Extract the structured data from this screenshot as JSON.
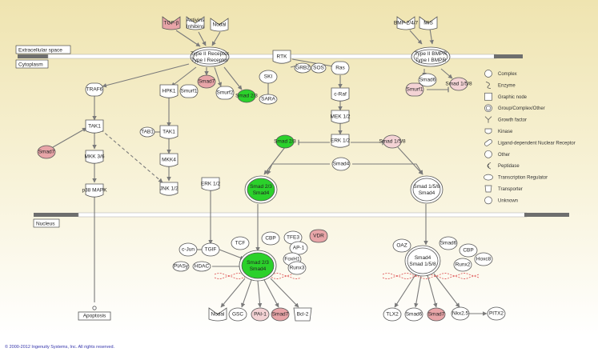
{
  "zones": {
    "extracellular": "Extracellular space",
    "cytoplasm": "Cytoplasm",
    "nucleus": "Nucleus"
  },
  "colors": {
    "up": "#e8a5a8",
    "up_light": "#f4d3d5",
    "down": "#2bd12b",
    "neutral": "#ffffff",
    "edge": "#7a7a7a",
    "bg_top": "#f0e8b8",
    "bg_bottom": "#ffffff",
    "membrane": "#6e6e6e"
  },
  "nodes": [
    {
      "id": "tgfb",
      "label": "TGF-β",
      "shape": "growth-factor",
      "color": "up"
    },
    {
      "id": "activins",
      "label": "Activins / Inhibins",
      "shape": "growth-factor",
      "color": "neutral"
    },
    {
      "id": "nodal_top",
      "label": "Nodal",
      "shape": "growth-factor",
      "color": "neutral"
    },
    {
      "id": "tgfbr",
      "label": "Type II Receptor / Type I Receptor",
      "shape": "complex",
      "color": "neutral"
    },
    {
      "id": "bmp",
      "label": "BMP 2/4/7",
      "shape": "growth-factor",
      "color": "neutral"
    },
    {
      "id": "mis",
      "label": "MIS",
      "shape": "growth-factor",
      "color": "neutral"
    },
    {
      "id": "bmpr",
      "label": "Type II BMPR / Type I BMPR",
      "shape": "complex",
      "color": "neutral"
    },
    {
      "id": "rtk",
      "label": "RTK",
      "shape": "kinase",
      "color": "neutral"
    },
    {
      "id": "grb2",
      "label": "GRB2",
      "shape": "other",
      "color": "neutral"
    },
    {
      "id": "sos",
      "label": "SOS",
      "shape": "other",
      "color": "neutral"
    },
    {
      "id": "ras",
      "label": "Ras",
      "shape": "enzyme",
      "color": "neutral"
    },
    {
      "id": "craf",
      "label": "c-Raf",
      "shape": "kinase",
      "color": "neutral"
    },
    {
      "id": "mek12",
      "label": "MEK 1/2",
      "shape": "kinase",
      "color": "neutral"
    },
    {
      "id": "erk12_c",
      "label": "ERK 1/2",
      "shape": "kinase",
      "color": "neutral"
    },
    {
      "id": "ski",
      "label": "SKI",
      "shape": "transcription",
      "color": "neutral"
    },
    {
      "id": "traf6",
      "label": "TRAF6",
      "shape": "enzyme",
      "color": "neutral"
    },
    {
      "id": "hpk1",
      "label": "HPK1",
      "shape": "kinase",
      "color": "neutral"
    },
    {
      "id": "smurf1_a",
      "label": "Smurf1",
      "shape": "enzyme",
      "color": "neutral"
    },
    {
      "id": "smad7_a",
      "label": "Smad7",
      "shape": "transcription",
      "color": "up"
    },
    {
      "id": "smurf2",
      "label": "Smurf2",
      "shape": "enzyme",
      "color": "neutral"
    },
    {
      "id": "smad23_a",
      "label": "Smad 2/3",
      "shape": "transcription",
      "color": "down"
    },
    {
      "id": "sara",
      "label": "SARA",
      "shape": "other",
      "color": "neutral"
    },
    {
      "id": "smad6_a",
      "label": "Smad6",
      "shape": "transcription",
      "color": "neutral"
    },
    {
      "id": "smurf1_b",
      "label": "Smurf1",
      "shape": "enzyme",
      "color": "up_light"
    },
    {
      "id": "smad158_a",
      "label": "Smad 1/5/8",
      "shape": "transcription",
      "color": "up_light"
    },
    {
      "id": "tak1_a",
      "label": "TAK1",
      "shape": "kinase",
      "color": "neutral"
    },
    {
      "id": "tab1",
      "label": "TAB1",
      "shape": "other",
      "color": "neutral"
    },
    {
      "id": "tak1_b",
      "label": "TAK1",
      "shape": "kinase",
      "color": "neutral"
    },
    {
      "id": "smad7_b",
      "label": "Smad7",
      "shape": "transcription",
      "color": "up"
    },
    {
      "id": "mkk36",
      "label": "MKK 3/6",
      "shape": "kinase",
      "color": "neutral"
    },
    {
      "id": "mkk4",
      "label": "MKK4",
      "shape": "kinase",
      "color": "neutral"
    },
    {
      "id": "p38",
      "label": "p38 MAPK",
      "shape": "kinase",
      "color": "neutral"
    },
    {
      "id": "jnk12",
      "label": "JNK 1/2",
      "shape": "kinase",
      "color": "neutral"
    },
    {
      "id": "smad23_b",
      "label": "Smad 2/3",
      "shape": "transcription",
      "color": "down"
    },
    {
      "id": "smad158_b",
      "label": "Smad 1/5/8",
      "shape": "transcription",
      "color": "up_light"
    },
    {
      "id": "smad4_c",
      "label": "Smad4",
      "shape": "transcription",
      "color": "neutral"
    },
    {
      "id": "cx_smad23",
      "label": "Smad 2/3 / Smad4",
      "shape": "complex",
      "color": "down"
    },
    {
      "id": "cx_smad158",
      "label": "Smad 1/5/8 / Smad4",
      "shape": "complex",
      "color": "neutral"
    },
    {
      "id": "erk12_n",
      "label": "ERK 1/2",
      "shape": "kinase",
      "color": "neutral"
    },
    {
      "id": "cjun",
      "label": "c-Jun",
      "shape": "transcription",
      "color": "neutral"
    },
    {
      "id": "tgif",
      "label": "TGIF",
      "shape": "transcription",
      "color": "neutral"
    },
    {
      "id": "tcf",
      "label": "TCF",
      "shape": "transcription",
      "color": "neutral"
    },
    {
      "id": "cbp_a",
      "label": "CBP",
      "shape": "transcription",
      "color": "neutral"
    },
    {
      "id": "tfe3",
      "label": "TFE3",
      "shape": "transcription",
      "color": "neutral"
    },
    {
      "id": "vdr",
      "label": "VDR",
      "shape": "receptor",
      "color": "up"
    },
    {
      "id": "ap1",
      "label": "AP-1",
      "shape": "transcription",
      "color": "neutral"
    },
    {
      "id": "foxh1",
      "label": "FoxH1",
      "shape": "transcription",
      "color": "neutral"
    },
    {
      "id": "runx3",
      "label": "Runx3",
      "shape": "transcription",
      "color": "neutral"
    },
    {
      "id": "piasy",
      "label": "PIASy",
      "shape": "transcription",
      "color": "neutral"
    },
    {
      "id": "hdac",
      "label": "HDAC",
      "shape": "transcription",
      "color": "neutral"
    },
    {
      "id": "cx_n_smad23",
      "label": "Smad 2/3 / Smad4",
      "shape": "complex",
      "color": "down"
    },
    {
      "id": "oaz",
      "label": "OAZ",
      "shape": "transcription",
      "color": "neutral"
    },
    {
      "id": "smad6_n",
      "label": "Smad6",
      "shape": "transcription",
      "color": "neutral"
    },
    {
      "id": "cbp_b",
      "label": "CBP",
      "shape": "transcription",
      "color": "neutral"
    },
    {
      "id": "hoxc8",
      "label": "Hoxc8",
      "shape": "transcription",
      "color": "neutral"
    },
    {
      "id": "runx2",
      "label": "Runx2",
      "shape": "transcription",
      "color": "neutral"
    },
    {
      "id": "cx_n_smad158",
      "label": "Smad4 / Smad 1/5/8",
      "shape": "complex",
      "color": "neutral"
    },
    {
      "id": "nodal_t",
      "label": "Nodal",
      "shape": "growth-factor",
      "color": "neutral"
    },
    {
      "id": "gsc",
      "label": "GSC",
      "shape": "transcription",
      "color": "neutral"
    },
    {
      "id": "pai1",
      "label": "PAI-1",
      "shape": "other",
      "color": "up_light"
    },
    {
      "id": "smad7_t",
      "label": "Smad7",
      "shape": "transcription",
      "color": "up"
    },
    {
      "id": "bcl2",
      "label": "Bcl-2",
      "shape": "transporter",
      "color": "neutral"
    },
    {
      "id": "tlx2",
      "label": "TLX2",
      "shape": "transcription",
      "color": "neutral"
    },
    {
      "id": "smad6_t",
      "label": "Smad6",
      "shape": "transcription",
      "color": "neutral"
    },
    {
      "id": "smad7_t2",
      "label": "Smad7",
      "shape": "transcription",
      "color": "up"
    },
    {
      "id": "nkx25",
      "label": "Nkx2.5",
      "shape": "transcription",
      "color": "neutral"
    },
    {
      "id": "pitx2",
      "label": "PITX2",
      "shape": "transcription",
      "color": "neutral"
    },
    {
      "id": "apoptosis",
      "label": "Apoptosis",
      "shape": "function",
      "color": "neutral"
    }
  ],
  "legend": [
    {
      "label": "Complex",
      "icon": "complex-icon"
    },
    {
      "label": "Enzyme",
      "icon": "enzyme-icon"
    },
    {
      "label": "Graphic node",
      "icon": "graphic-node-icon"
    },
    {
      "label": "Group/Complex/Other",
      "icon": "group-icon"
    },
    {
      "label": "Growth factor",
      "icon": "growth-factor-icon"
    },
    {
      "label": "Kinase",
      "icon": "kinase-icon"
    },
    {
      "label": "Ligand-dependent Nuclear Receptor",
      "icon": "ligand-receptor-icon"
    },
    {
      "label": "Other",
      "icon": "other-icon"
    },
    {
      "label": "Peptidase",
      "icon": "peptidase-icon"
    },
    {
      "label": "Transcription Regulator",
      "icon": "transcription-regulator-icon"
    },
    {
      "label": "Transporter",
      "icon": "transporter-icon"
    },
    {
      "label": "Unknown",
      "icon": "unknown-icon"
    }
  ],
  "copyright": "© 2000-2012 Ingenuity Systems, Inc. All rights reserved."
}
